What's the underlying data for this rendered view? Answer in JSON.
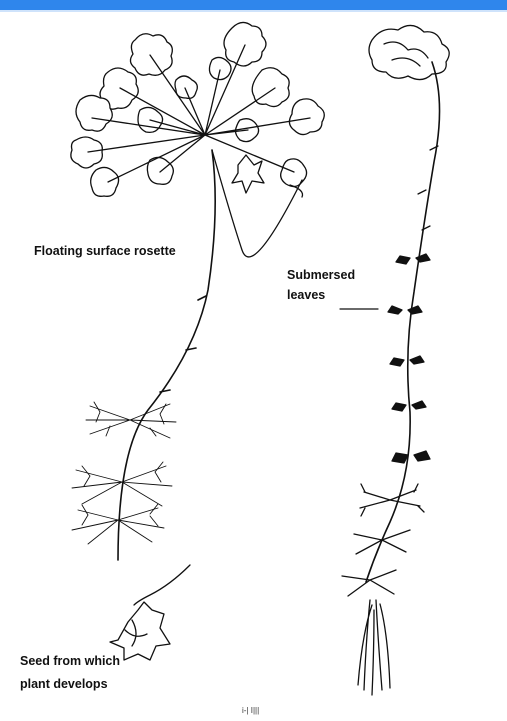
{
  "header": {
    "accent_color": "#2f86ec"
  },
  "labels": {
    "rosette": "Floating surface rosette",
    "submersed_line1": "Submersed",
    "submersed_line2": "leaves",
    "seed_line1": "Seed from which",
    "seed_line2": "plant develops",
    "caption": "i-| I|||"
  }
}
